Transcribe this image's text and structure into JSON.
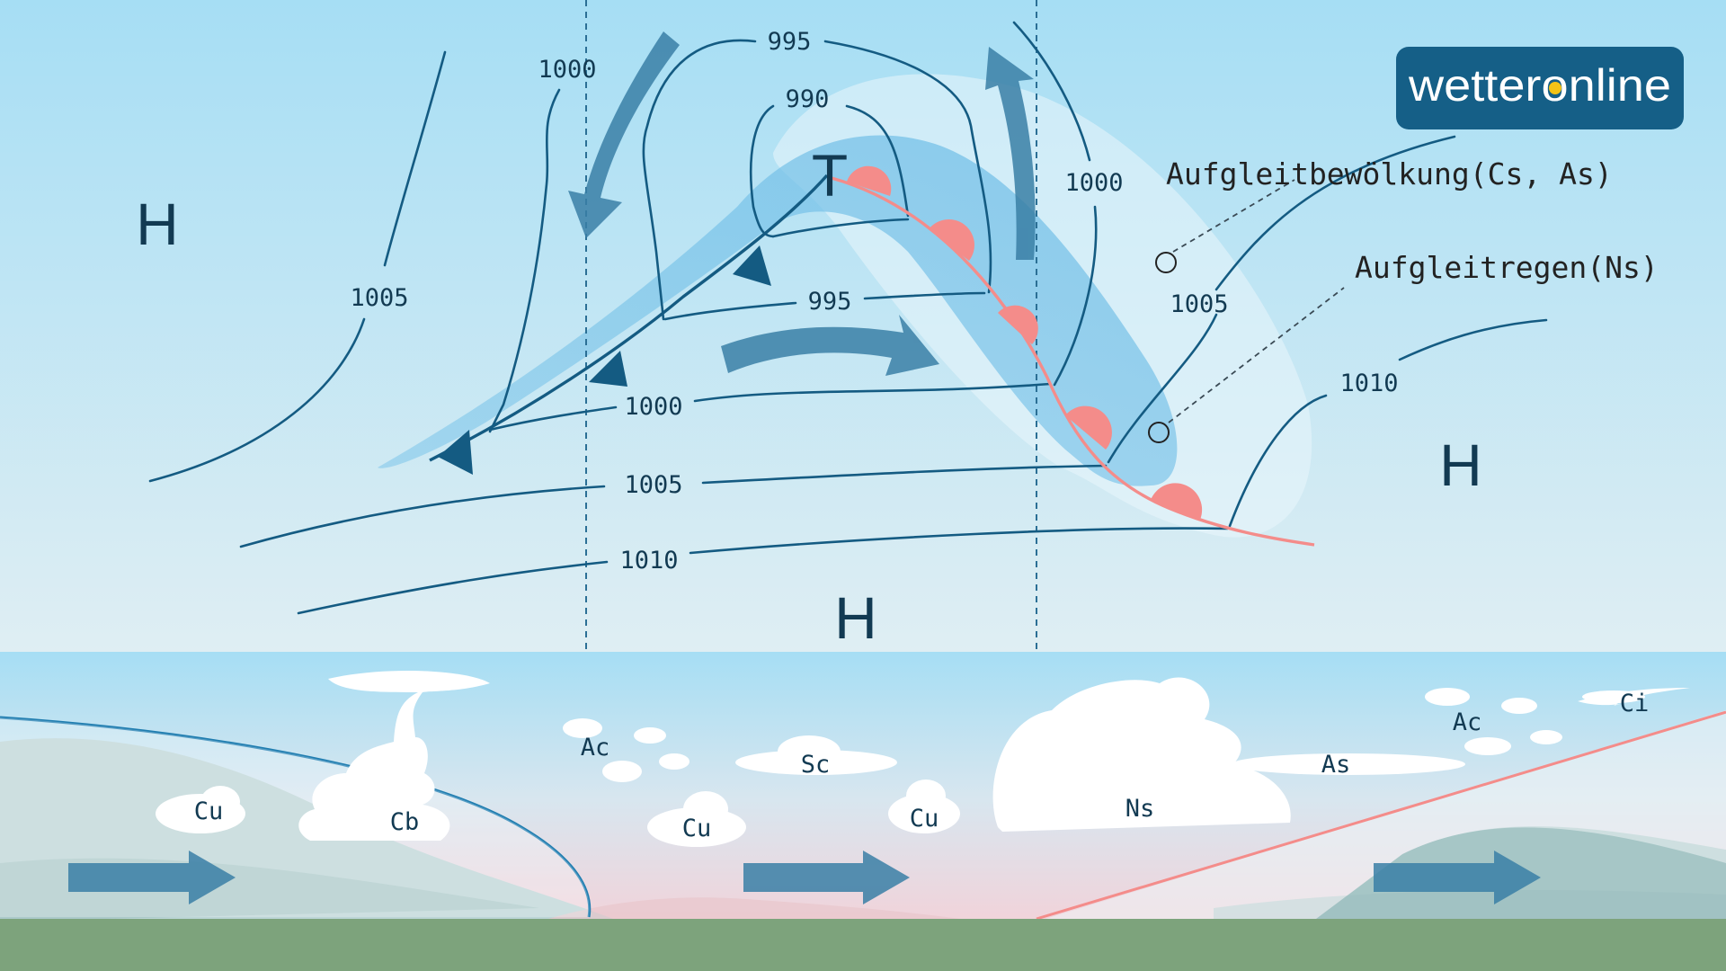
{
  "logo": {
    "text": "wetteronline",
    "background": "#155f87",
    "accent": "#f3c316"
  },
  "pressure_systems": {
    "high_left": "H",
    "high_center": "H",
    "high_right": "H",
    "low": "T"
  },
  "isobars": {
    "l995_top": "995",
    "l990": "990",
    "l1000_top": "1000",
    "l1000_right": "1000",
    "l1005_left": "1005",
    "l995_mid": "995",
    "l1000_mid": "1000",
    "l1005_right": "1005",
    "l1010_right": "1010",
    "l1005_bottom": "1005",
    "l1010_bottom": "1010"
  },
  "annotations": {
    "cloud_band": "Aufgleitbewölkung(Cs, As)",
    "rain_band": "Aufgleitregen(Ns)"
  },
  "clouds": {
    "cu_1": "Cu",
    "cb": "Cb",
    "ac_1": "Ac",
    "cu_2": "Cu",
    "sc": "Sc",
    "cu_3": "Cu",
    "ns": "Ns",
    "as": "As",
    "ac_2": "Ac",
    "ci": "Ci"
  },
  "colors": {
    "isobar": "#145b82",
    "cold_front": "#145b82",
    "warm_front": "#f48c8a",
    "arrow": "#3a7fa6",
    "ground": "#7da37c",
    "sky_top": "#a6def4"
  }
}
